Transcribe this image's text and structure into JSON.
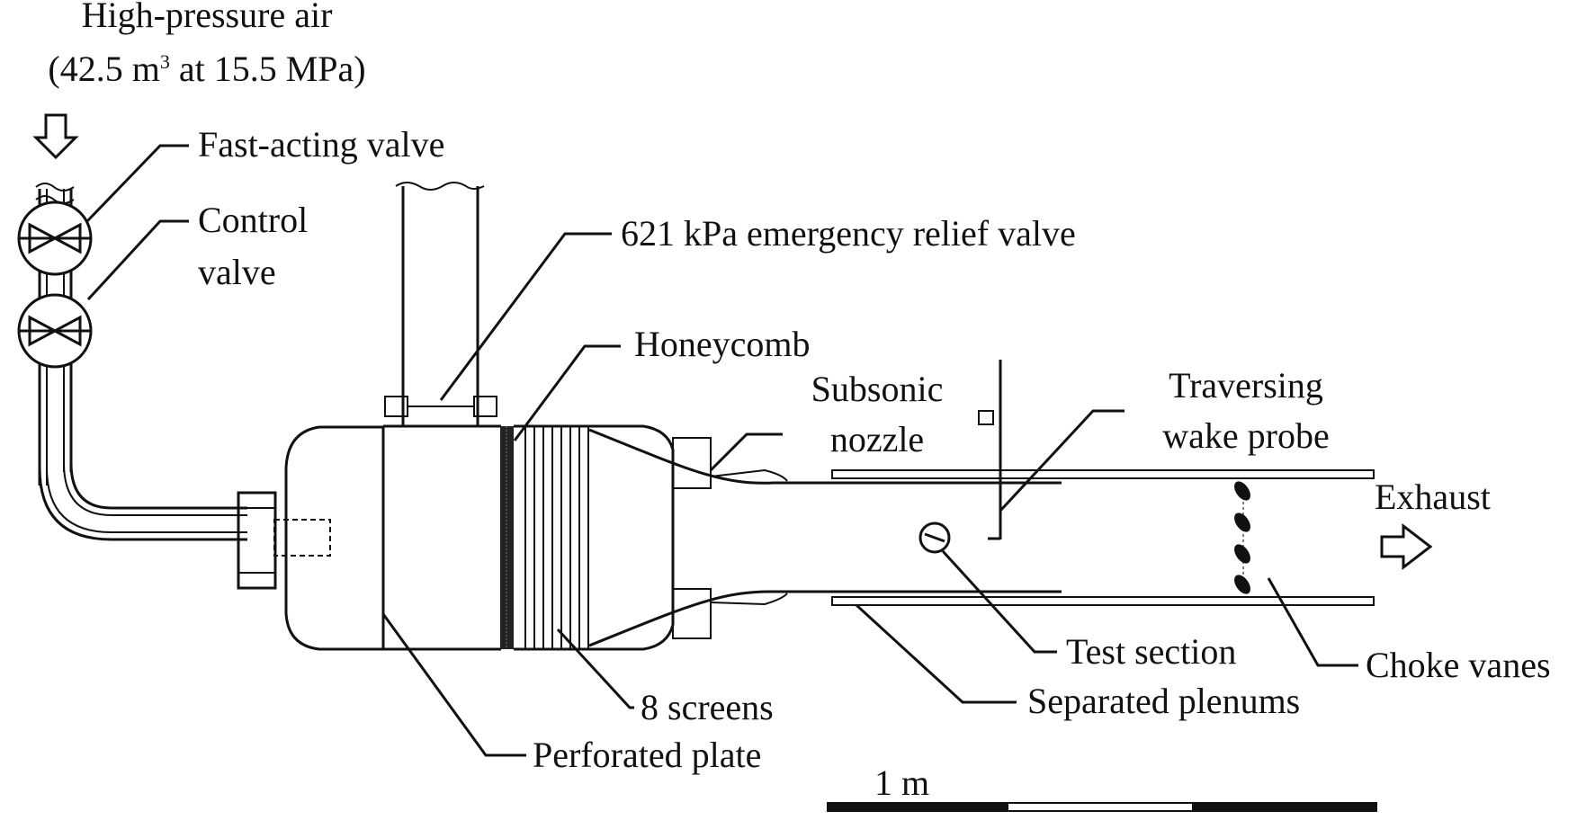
{
  "labels": {
    "air_line1": "High-pressure air",
    "air_line2_pre": "(42.5 m",
    "air_line2_sup": "3",
    "air_line2_post": " at 15.5 MPa)",
    "fast_valve": "Fast-acting valve",
    "control_valve_line1": "Control",
    "control_valve_line2": "valve",
    "relief_valve": "621 kPa emergency relief valve",
    "honeycomb": "Honeycomb",
    "subsonic_line1": "Subsonic",
    "subsonic_line2": "nozzle",
    "probe_line1": "Traversing",
    "probe_line2": "wake probe",
    "exhaust": "Exhaust",
    "test_section": "Test section",
    "choke_vanes": "Choke vanes",
    "separated_plenums": "Separated plenums",
    "screens": "8 screens",
    "perforated_plate": "Perforated plate",
    "scale": "1 m"
  }
}
